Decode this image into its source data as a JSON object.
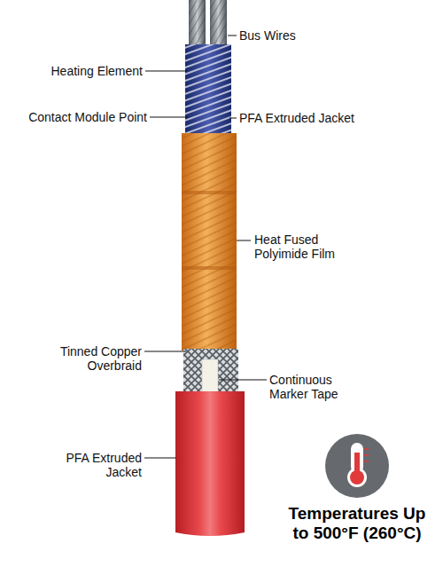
{
  "diagram": {
    "labels": [
      "Bus Wires",
      "Heating Element",
      "Contact Module Point",
      "PFA Extruded Jacket",
      "Heat Fused Polyimide Film",
      "Tinned Copper Overbraid",
      "Continuous Marker Tape",
      "PFA Extruded Jacket",
      "Temperatures Up to 500°F (260°C)"
    ]
  }
}
